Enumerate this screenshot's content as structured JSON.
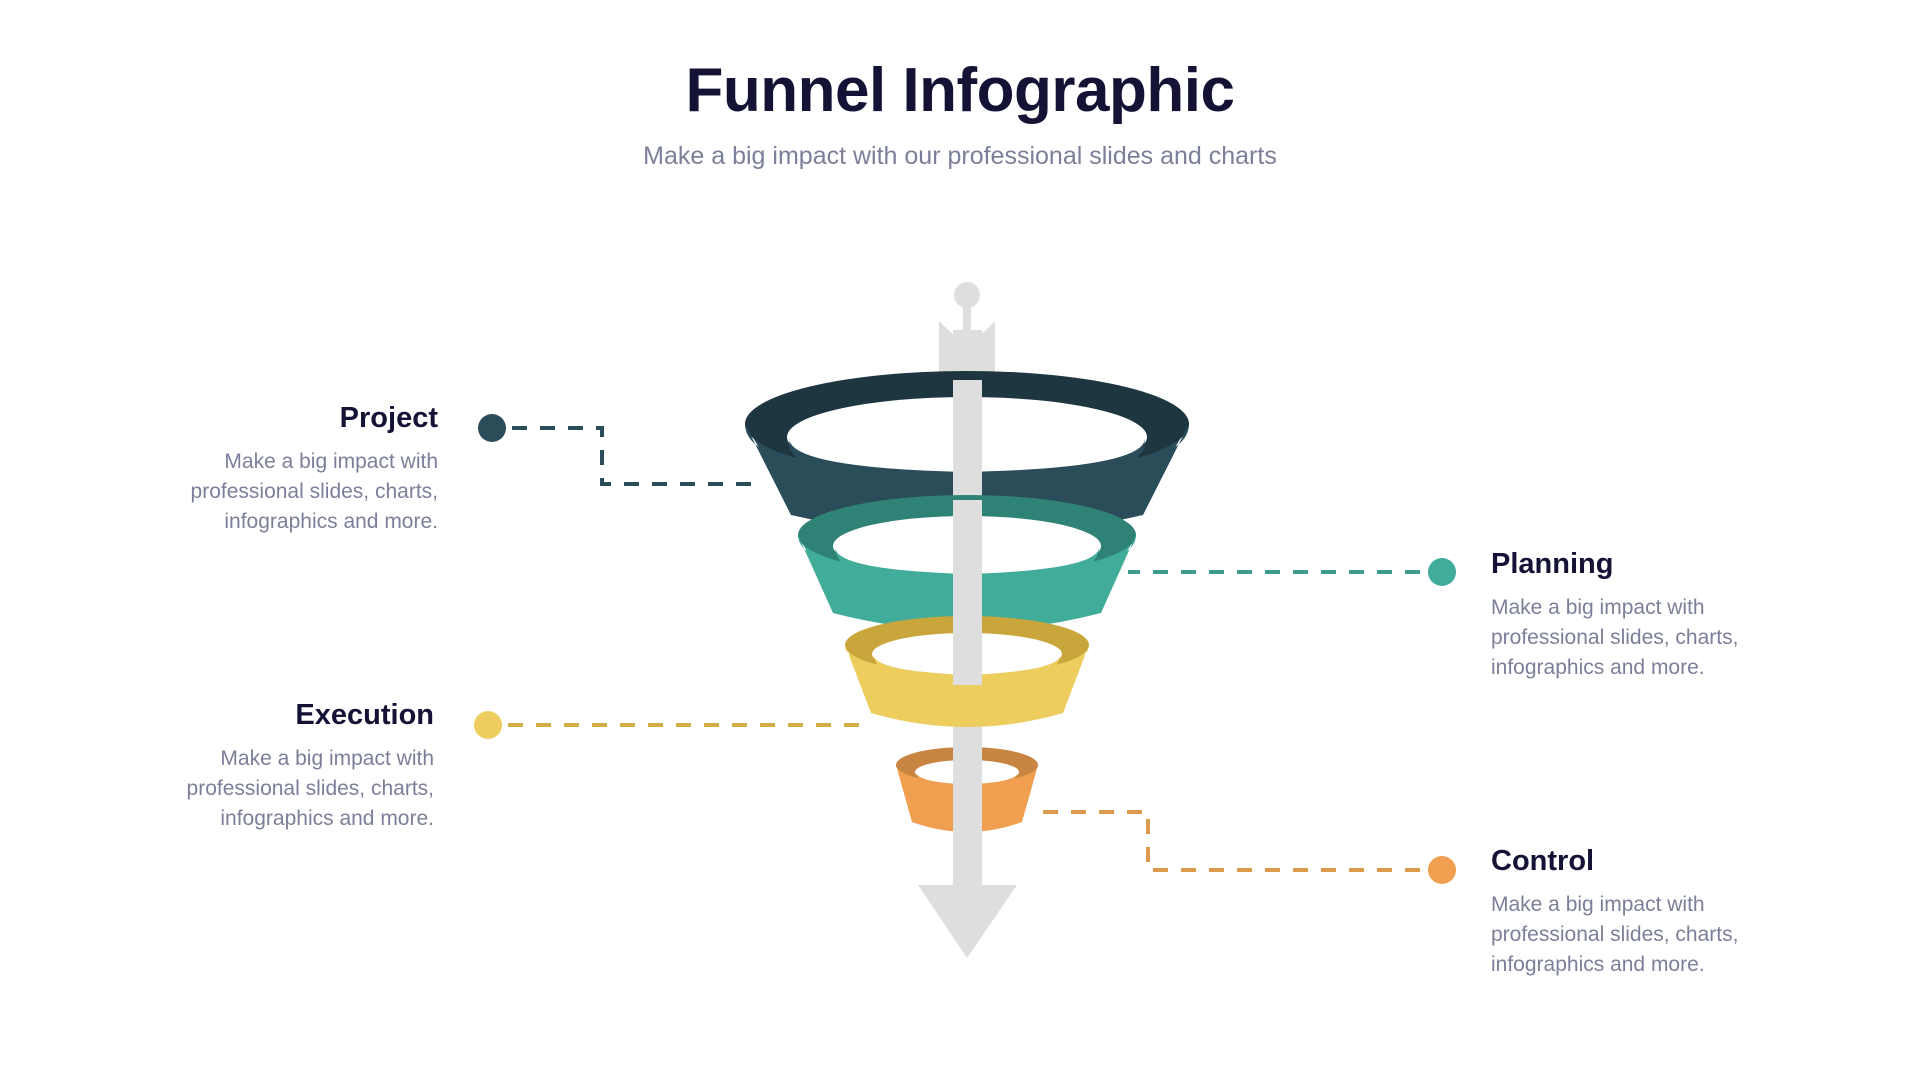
{
  "header": {
    "title": "Funnel Infographic",
    "subtitle": "Make a big impact with our professional slides and charts"
  },
  "colors": {
    "title": "#141336",
    "body_text": "#7c7f99",
    "background": "#ffffff",
    "arrow_grey": "#dedede",
    "stage_project_top": "#1d3640",
    "stage_project_body": "#2b4c59",
    "stage_planning_top": "#2f8276",
    "stage_planning_body": "#41ac99",
    "stage_execution_top": "#c9a63c",
    "stage_execution_body": "#eccd5e",
    "stage_control_top": "#c78541",
    "stage_control_body": "#ef9f4f"
  },
  "stages": [
    {
      "id": "project",
      "label": "Project",
      "description": "Make a big impact with professional slides, charts, infographics and more.",
      "side": "left",
      "dot_color": "#2b4c59",
      "line_color": "#2b4c59"
    },
    {
      "id": "planning",
      "label": "Planning",
      "description": "Make a big impact with professional slides, charts, infographics and more.",
      "side": "right",
      "dot_color": "#41ac99",
      "line_color": "#3f9b8b"
    },
    {
      "id": "execution",
      "label": "Execution",
      "description": "Make a big impact with professional slides, charts, infographics and more.",
      "side": "left",
      "dot_color": "#eccd5e",
      "line_color": "#d5ad45"
    },
    {
      "id": "control",
      "label": "Control",
      "description": "Make a big impact with professional slides, charts, infographics and more.",
      "side": "right",
      "dot_color": "#ef9f4f",
      "line_color": "#dc9a4c"
    }
  ],
  "chart_data": {
    "type": "funnel",
    "title": "Funnel Infographic",
    "subtitle": "Make a big impact with our professional slides and charts",
    "stage_labels": [
      "Project",
      "Planning",
      "Execution",
      "Control"
    ],
    "stage_order": [
      1,
      2,
      3,
      4
    ],
    "relative_widths": [
      1.0,
      0.75,
      0.53,
      0.3
    ],
    "colors": [
      "#2b4c59",
      "#41ac99",
      "#eccd5e",
      "#ef9f4f"
    ],
    "legend": "left-right alternating callouts",
    "grid": false
  }
}
